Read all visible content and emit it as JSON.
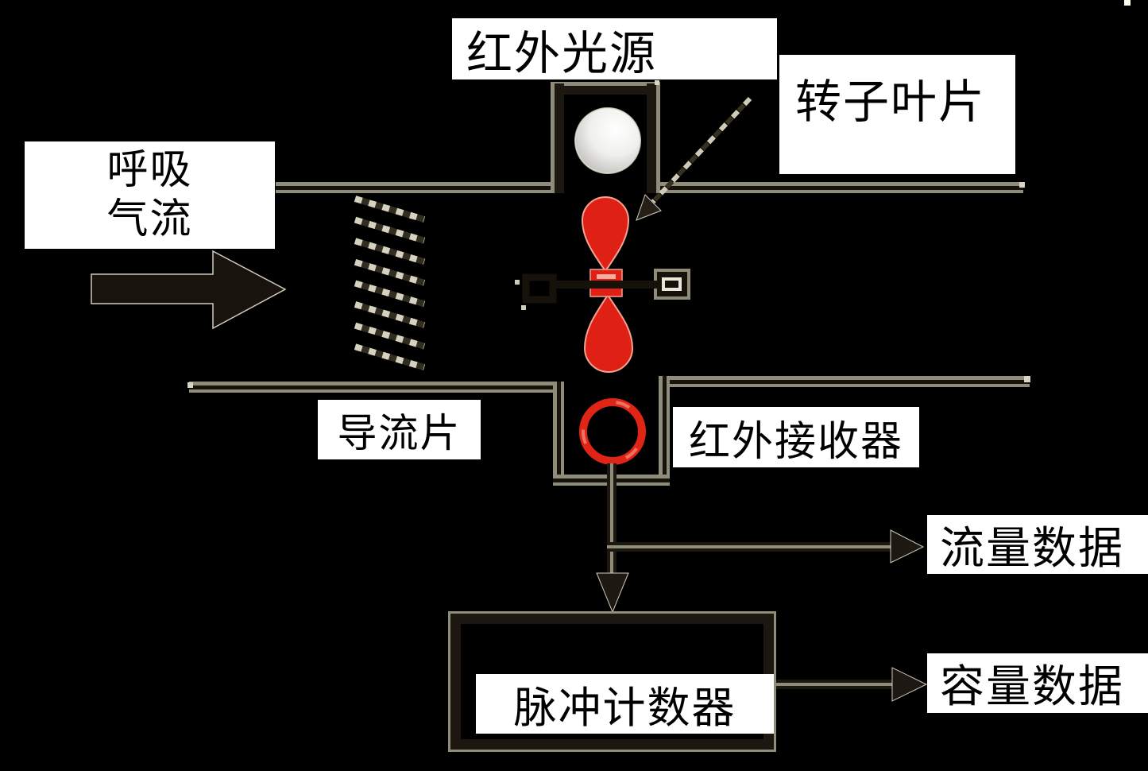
{
  "diagram": {
    "subject": "turbine-spirometer-flow-sensor",
    "labels": {
      "infrared_source": "红外光源",
      "rotor_blade": "转子叶片",
      "breath_flow": {
        "line1": "呼吸",
        "line2": "气流"
      },
      "guide_vane": "导流片",
      "ir_receiver": "红外接收器",
      "flow_data": "流量数据",
      "pulse_counter": "脉冲计数器",
      "volume_data": "容量数据"
    },
    "colors": {
      "background": "#000000",
      "rotor_red": "#de2114",
      "receiver_ring_red": "#e02516",
      "duct_wall_tan": "#8f8c7a",
      "highlight_cream": "#d6d2c0",
      "dark_line": "#1c1711",
      "label_background": "#ffffff",
      "label_text": "#000000",
      "sphere_gray": "#c8c7c3"
    },
    "shapes": [
      "airflow-arrow",
      "flow-straightener-vanes",
      "infrared-source-sphere",
      "rotor-blades",
      "rotor-axle",
      "infrared-receiver-ring",
      "pulse-counter-box",
      "dashed-pointer-arrow",
      "flow-data-arrow",
      "volume-data-arrow",
      "down-signal-arrow"
    ]
  }
}
